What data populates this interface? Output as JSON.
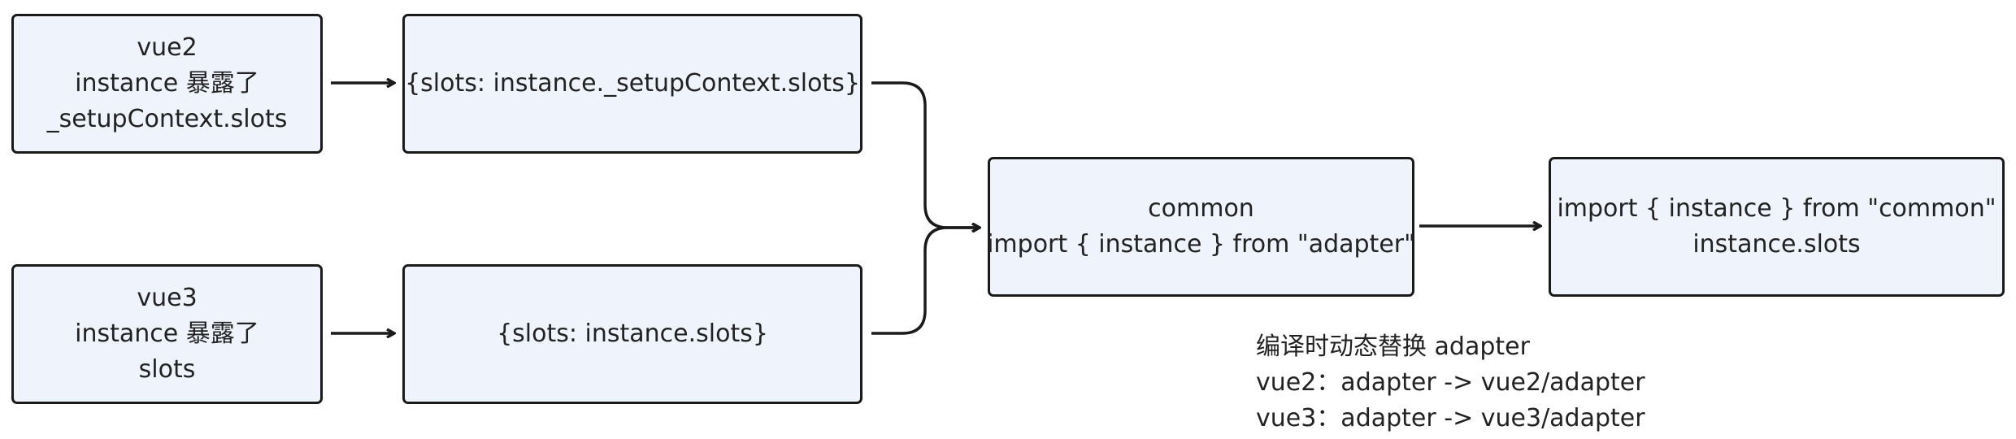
{
  "nodes": {
    "vue2_source": [
      "vue2",
      "instance 暴露了",
      "_setupContext.slots"
    ],
    "vue2_slots": [
      "{slots: instance._setupContext.slots}"
    ],
    "vue3_source": [
      "vue3",
      "instance 暴露了",
      "slots"
    ],
    "vue3_slots": [
      "{slots: instance.slots}"
    ],
    "common": [
      "common",
      "import  { instance } from \"adapter\""
    ],
    "consumer": [
      "import  { instance } from \"common\"",
      "instance.slots"
    ]
  },
  "note": [
    "编译时动态替换 adapter",
    "vue2：adapter -> vue2/adapter",
    "vue3：adapter -> vue3/adapter"
  ],
  "colors": {
    "node_fill": "#eff3fb",
    "stroke": "#1a1a1a"
  }
}
